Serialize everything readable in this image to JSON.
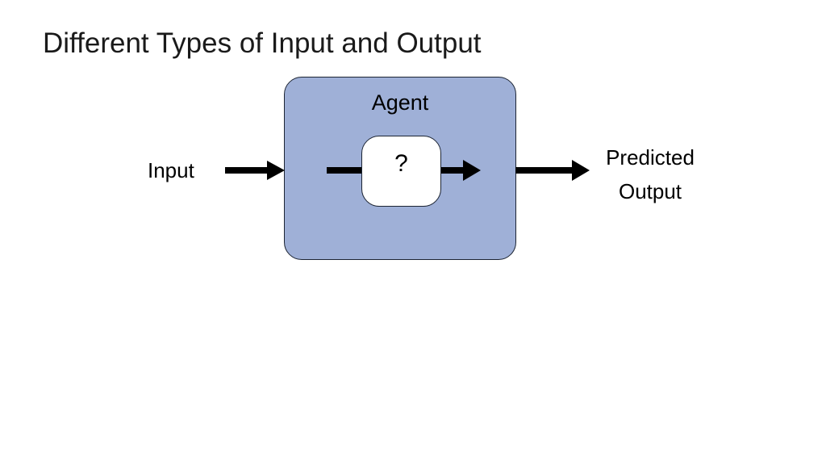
{
  "slide": {
    "title": "Different Types of Input and Output",
    "background_color": "#ffffff"
  },
  "diagram": {
    "type": "flow",
    "agent_box": {
      "label": "Agent",
      "fill_color": "#9fb0d7",
      "border_color": "#1c2433"
    },
    "model_box": {
      "label": "?",
      "fill_color": "#ffffff",
      "border_color": "#1c2433"
    },
    "input": {
      "label": "Input",
      "arrow_name": "input-arrow",
      "arrow_color": "#000000"
    },
    "output": {
      "label_line_1": "Predicted",
      "label_line_2": "Output",
      "arrow_name": "output-arrow",
      "arrow_color": "#000000"
    },
    "internal_flow": {
      "left_connector_name": "model-input-connector",
      "right_connector_name": "model-output-arrow",
      "color": "#000000"
    }
  }
}
